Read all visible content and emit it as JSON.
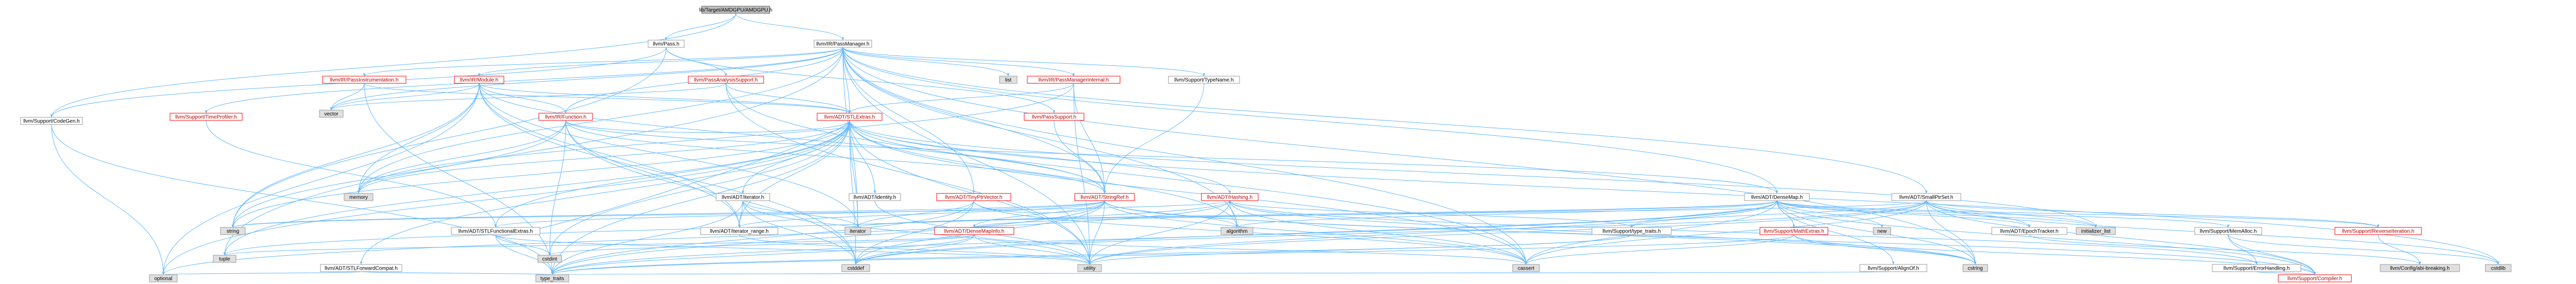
{
  "diagram": {
    "type": "include-dependency-graph",
    "nodes": [
      {
        "id": "root",
        "label": "lib/Target/AMDGPU/AMDGPU.h",
        "style": "root"
      },
      {
        "id": "pass",
        "label": "llvm/Pass.h",
        "style": "plain"
      },
      {
        "id": "passmanager",
        "label": "llvm/IR/PassManager.h",
        "style": "plain"
      },
      {
        "id": "codegen",
        "label": "llvm/Support/CodeGen.h",
        "style": "plain"
      },
      {
        "id": "passinstr",
        "label": "llvm/IR/PassInstrumentation.h",
        "style": "red"
      },
      {
        "id": "module",
        "label": "llvm/IR/Module.h",
        "style": "red"
      },
      {
        "id": "passanalysis",
        "label": "llvm/PassAnalysisSupport.h",
        "style": "red"
      },
      {
        "id": "list",
        "label": "list",
        "style": "gray"
      },
      {
        "id": "pmint",
        "label": "llvm/IR/PassManagerInternal.h",
        "style": "red"
      },
      {
        "id": "typename",
        "label": "llvm/Support/TypeName.h",
        "style": "plain"
      },
      {
        "id": "timeprof",
        "label": "llvm/Support/TimeProfiler.h",
        "style": "red"
      },
      {
        "id": "vector",
        "label": "vector",
        "style": "gray"
      },
      {
        "id": "function",
        "label": "llvm/IR/Function.h",
        "style": "red"
      },
      {
        "id": "stlextras",
        "label": "llvm/ADT/STLExtras.h",
        "style": "red"
      },
      {
        "id": "passsupport",
        "label": "llvm/PassSupport.h",
        "style": "red"
      },
      {
        "id": "densemap",
        "label": "llvm/ADT/DenseMap.h",
        "style": "plain"
      },
      {
        "id": "smallptrset",
        "label": "llvm/ADT/SmallPtrSet.h",
        "style": "plain"
      },
      {
        "id": "memory",
        "label": "memory",
        "style": "gray"
      },
      {
        "id": "iterator",
        "label": "llvm/ADT/iterator.h",
        "style": "plain"
      },
      {
        "id": "identity",
        "label": "llvm/ADT/identity.h",
        "style": "plain"
      },
      {
        "id": "tinyptr",
        "label": "llvm/ADT/TinyPtrVector.h",
        "style": "red"
      },
      {
        "id": "stringref",
        "label": "llvm/ADT/StringRef.h",
        "style": "red"
      },
      {
        "id": "hashing",
        "label": "llvm/ADT/Hashing.h",
        "style": "red"
      },
      {
        "id": "string",
        "label": "string",
        "style": "gray"
      },
      {
        "id": "stlfunc",
        "label": "llvm/ADT/STLFunctionalExtras.h",
        "style": "plain"
      },
      {
        "id": "iterrange",
        "label": "llvm/ADT/iterator_range.h",
        "style": "plain"
      },
      {
        "id": "iteratorstd",
        "label": "iterator",
        "style": "gray"
      },
      {
        "id": "densemapinfo",
        "label": "llvm/ADT/DenseMapInfo.h",
        "style": "red"
      },
      {
        "id": "algorithm",
        "label": "algorithm",
        "style": "gray"
      },
      {
        "id": "typetraits_s",
        "label": "llvm/Support/type_traits.h",
        "style": "plain"
      },
      {
        "id": "mathextras",
        "label": "llvm/Support/MathExtras.h",
        "style": "red"
      },
      {
        "id": "new",
        "label": "new",
        "style": "gray"
      },
      {
        "id": "epoch",
        "label": "llvm/ADT/EpochTracker.h",
        "style": "plain"
      },
      {
        "id": "initlist",
        "label": "initializer_list",
        "style": "gray"
      },
      {
        "id": "memalloc",
        "label": "llvm/Support/MemAlloc.h",
        "style": "plain"
      },
      {
        "id": "reverseiter",
        "label": "llvm/Support/ReverseIteration.h",
        "style": "red"
      },
      {
        "id": "tuple",
        "label": "tuple",
        "style": "gray"
      },
      {
        "id": "stlforward",
        "label": "llvm/ADT/STLForwardCompat.h",
        "style": "plain"
      },
      {
        "id": "cstdint",
        "label": "cstdint",
        "style": "gray"
      },
      {
        "id": "cstddef",
        "label": "cstddef",
        "style": "gray"
      },
      {
        "id": "utility",
        "label": "utility",
        "style": "gray"
      },
      {
        "id": "cassert",
        "label": "cassert",
        "style": "gray"
      },
      {
        "id": "cstring",
        "label": "cstring",
        "style": "gray"
      },
      {
        "id": "aligntof",
        "label": "llvm/Support/AlignOf.h",
        "style": "plain"
      },
      {
        "id": "errhandling",
        "label": "llvm/Support/ErrorHandling.h",
        "style": "plain"
      },
      {
        "id": "configabi",
        "label": "llvm/Config/abi-breaking.h",
        "style": "gray"
      },
      {
        "id": "cstdlib",
        "label": "cstdlib",
        "style": "gray"
      },
      {
        "id": "optional",
        "label": "optional",
        "style": "gray"
      },
      {
        "id": "typetraits",
        "label": "type_traits",
        "style": "gray"
      },
      {
        "id": "compiler",
        "label": "llvm/Support/Compiler.h",
        "style": "red"
      }
    ],
    "edges": [
      [
        "root",
        "pass"
      ],
      [
        "root",
        "passmanager"
      ],
      [
        "root",
        "codegen"
      ],
      [
        "pass",
        "passanalysis"
      ],
      [
        "pass",
        "passsupport"
      ],
      [
        "pass",
        "string"
      ],
      [
        "pass",
        "codegen"
      ],
      [
        "passmanager",
        "passinstr"
      ],
      [
        "passmanager",
        "module"
      ],
      [
        "passmanager",
        "list"
      ],
      [
        "passmanager",
        "pmint"
      ],
      [
        "passmanager",
        "typename"
      ],
      [
        "passmanager",
        "timeprof"
      ],
      [
        "passmanager",
        "vector"
      ],
      [
        "passmanager",
        "function"
      ],
      [
        "passmanager",
        "stlextras"
      ],
      [
        "passmanager",
        "densemap"
      ],
      [
        "passmanager",
        "smallptrset"
      ],
      [
        "passmanager",
        "stringref"
      ],
      [
        "passmanager",
        "tinyptr"
      ],
      [
        "passmanager",
        "memory"
      ],
      [
        "passmanager",
        "cassert"
      ],
      [
        "passmanager",
        "iteratorstd"
      ],
      [
        "passmanager",
        "tuple"
      ],
      [
        "passmanager",
        "utility"
      ],
      [
        "passmanager",
        "cstring"
      ],
      [
        "passmanager",
        "algorithm"
      ],
      [
        "codegen",
        "optional"
      ],
      [
        "codegen",
        "typetraits"
      ],
      [
        "passinstr",
        "stlextras"
      ],
      [
        "passinstr",
        "vector"
      ],
      [
        "passinstr",
        "typetraits"
      ],
      [
        "module",
        "function"
      ],
      [
        "module",
        "stlextras"
      ],
      [
        "module",
        "stringref"
      ],
      [
        "module",
        "iterrange"
      ],
      [
        "module",
        "vector"
      ],
      [
        "module",
        "memory"
      ],
      [
        "module",
        "string"
      ],
      [
        "module",
        "optional"
      ],
      [
        "module",
        "cstddef"
      ],
      [
        "module",
        "iteratorstd"
      ],
      [
        "passanalysis",
        "stlextras"
      ],
      [
        "passanalysis",
        "vector"
      ],
      [
        "passanalysis",
        "cassert"
      ],
      [
        "passanalysis",
        "utility"
      ],
      [
        "pmint",
        "stlextras"
      ],
      [
        "pmint",
        "stringref"
      ],
      [
        "pmint",
        "memory"
      ],
      [
        "pmint",
        "utility"
      ],
      [
        "typename",
        "stringref"
      ],
      [
        "timeprof",
        "stlfunc"
      ],
      [
        "function",
        "stlextras"
      ],
      [
        "function",
        "densemap"
      ],
      [
        "function",
        "iterrange"
      ],
      [
        "function",
        "stringref"
      ],
      [
        "function",
        "memory"
      ],
      [
        "function",
        "string"
      ],
      [
        "function",
        "cstddef"
      ],
      [
        "function",
        "cstdint"
      ],
      [
        "stlextras",
        "iterator"
      ],
      [
        "stlextras",
        "identity"
      ],
      [
        "stlextras",
        "stringref"
      ],
      [
        "stlextras",
        "hashing"
      ],
      [
        "stlextras",
        "stlfunc"
      ],
      [
        "stlextras",
        "iterrange"
      ],
      [
        "stlextras",
        "stlforward"
      ],
      [
        "stlextras",
        "algorithm"
      ],
      [
        "stlextras",
        "cassert"
      ],
      [
        "stlextras",
        "cstddef"
      ],
      [
        "stlextras",
        "cstdint"
      ],
      [
        "stlextras",
        "cstdlib"
      ],
      [
        "stlextras",
        "memory"
      ],
      [
        "stlextras",
        "optional"
      ],
      [
        "stlextras",
        "tuple"
      ],
      [
        "stlextras",
        "typetraits"
      ],
      [
        "stlextras",
        "utility"
      ],
      [
        "stlextras",
        "iteratorstd"
      ],
      [
        "stlextras",
        "initlist"
      ],
      [
        "stlextras",
        "string"
      ],
      [
        "passsupport",
        "stringref"
      ],
      [
        "densemap",
        "densemapinfo"
      ],
      [
        "densemap",
        "epoch"
      ],
      [
        "densemap",
        "alignof"
      ],
      [
        "densemap",
        "compiler"
      ],
      [
        "densemap",
        "mathextras"
      ],
      [
        "densemap",
        "memalloc"
      ],
      [
        "densemap",
        "reverseiter"
      ],
      [
        "densemap",
        "typetraits_s"
      ],
      [
        "densemap",
        "algorithm"
      ],
      [
        "densemap",
        "cassert"
      ],
      [
        "densemap",
        "cstddef"
      ],
      [
        "densemap",
        "cstring"
      ],
      [
        "densemap",
        "initlist"
      ],
      [
        "densemap",
        "iteratorstd"
      ],
      [
        "densemap",
        "new"
      ],
      [
        "densemap",
        "typetraits"
      ],
      [
        "densemap",
        "utility"
      ],
      [
        "smallptrset",
        "epoch"
      ],
      [
        "smallptrset",
        "compiler"
      ],
      [
        "smallptrset",
        "reverseiter"
      ],
      [
        "smallptrset",
        "typetraits_s"
      ],
      [
        "smallptrset",
        "cassert"
      ],
      [
        "smallptrset",
        "cstddef"
      ],
      [
        "smallptrset",
        "cstdlib"
      ],
      [
        "smallptrset",
        "cstring"
      ],
      [
        "smallptrset",
        "initlist"
      ],
      [
        "smallptrset",
        "iteratorstd"
      ],
      [
        "smallptrset",
        "utility"
      ],
      [
        "iterator",
        "iterrange"
      ],
      [
        "iterator",
        "cstddef"
      ],
      [
        "iterator",
        "iteratorstd"
      ],
      [
        "iterator",
        "typetraits"
      ],
      [
        "iterator",
        "utility"
      ],
      [
        "identity",
        "utility"
      ],
      [
        "tinyptr",
        "stringref"
      ],
      [
        "tinyptr",
        "cassert"
      ],
      [
        "tinyptr",
        "cstddef"
      ],
      [
        "tinyptr",
        "iteratorstd"
      ],
      [
        "tinyptr",
        "typetraits"
      ],
      [
        "stringref",
        "stlfunc"
      ],
      [
        "stringref",
        "iterrange"
      ],
      [
        "stringref",
        "compiler"
      ],
      [
        "stringref",
        "algorithm"
      ],
      [
        "stringref",
        "cassert"
      ],
      [
        "stringref",
        "cstddef"
      ],
      [
        "stringref",
        "cstring"
      ],
      [
        "stringref",
        "limits"
      ],
      [
        "stringref",
        "string"
      ],
      [
        "stringref",
        "typetraits"
      ],
      [
        "stringref",
        "utility"
      ],
      [
        "stringref",
        "densemapinfo"
      ],
      [
        "hashing",
        "errhandling"
      ],
      [
        "hashing",
        "typetraits_s"
      ],
      [
        "hashing",
        "algorithm"
      ],
      [
        "hashing",
        "cassert"
      ],
      [
        "hashing",
        "cstring"
      ],
      [
        "hashing",
        "optional"
      ],
      [
        "hashing",
        "string"
      ],
      [
        "hashing",
        "tuple"
      ],
      [
        "hashing",
        "utility"
      ],
      [
        "stlfunc",
        "stlextras"
      ],
      [
        "stlfunc",
        "cstdint"
      ],
      [
        "stlfunc",
        "typetraits"
      ],
      [
        "stlfunc",
        "utility"
      ],
      [
        "iterrange",
        "utility"
      ],
      [
        "densemapinfo",
        "cassert"
      ],
      [
        "densemapinfo",
        "cstddef"
      ],
      [
        "densemapinfo",
        "cstdint"
      ],
      [
        "densemapinfo",
        "tuple"
      ],
      [
        "densemapinfo",
        "typetraits"
      ],
      [
        "densemapinfo",
        "utility"
      ],
      [
        "typetraits_s",
        "typetraits"
      ],
      [
        "typetraits_s",
        "utility"
      ],
      [
        "mathextras",
        "compiler"
      ],
      [
        "mathextras",
        "cassert"
      ],
      [
        "mathextras",
        "cstring"
      ],
      [
        "mathextras",
        "typetraits"
      ],
      [
        "epoch",
        "configabi"
      ],
      [
        "memalloc",
        "compiler"
      ],
      [
        "memalloc",
        "errhandling"
      ],
      [
        "memalloc",
        "cstdlib"
      ],
      [
        "reverseiter",
        "configabi"
      ],
      [
        "stlforward",
        "optional"
      ],
      [
        "stlforward",
        "typetraits"
      ],
      [
        "alignof",
        "typetraits"
      ],
      [
        "errhandling",
        "compiler"
      ]
    ]
  }
}
